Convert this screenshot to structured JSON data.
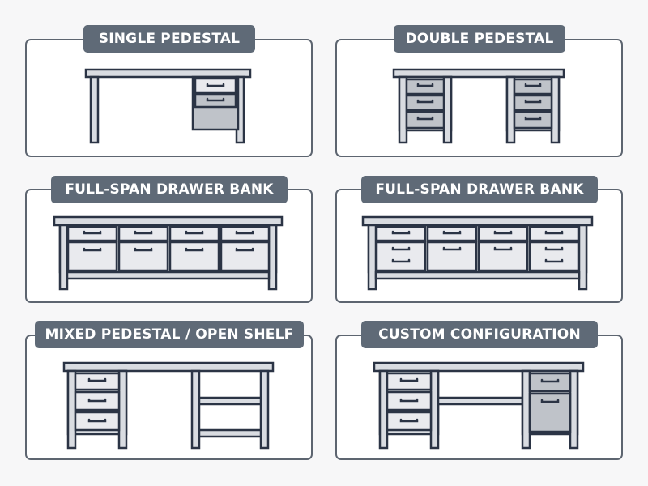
{
  "panels": [
    {
      "id": "single-pedestal",
      "label": "SINGLE PEDESTAL"
    },
    {
      "id": "double-pedestal",
      "label": "DOUBLE PEDESTAL"
    },
    {
      "id": "full-span-1",
      "label": "FULL-SPAN DRAWER BANK"
    },
    {
      "id": "full-span-2",
      "label": "FULL-SPAN DRAWER BANK"
    },
    {
      "id": "mixed",
      "label": "MIXED PEDESTAL / OPEN SHELF"
    },
    {
      "id": "custom",
      "label": "CUSTOM CONFIGURATION"
    }
  ],
  "colors": {
    "outline": "#2b3445",
    "frame": "#d9dce1",
    "drawer": "#e9eaee",
    "panel_fill": "#bfc3c9",
    "label_bg": "#5f6a77",
    "panel_border": "#5d6570"
  }
}
